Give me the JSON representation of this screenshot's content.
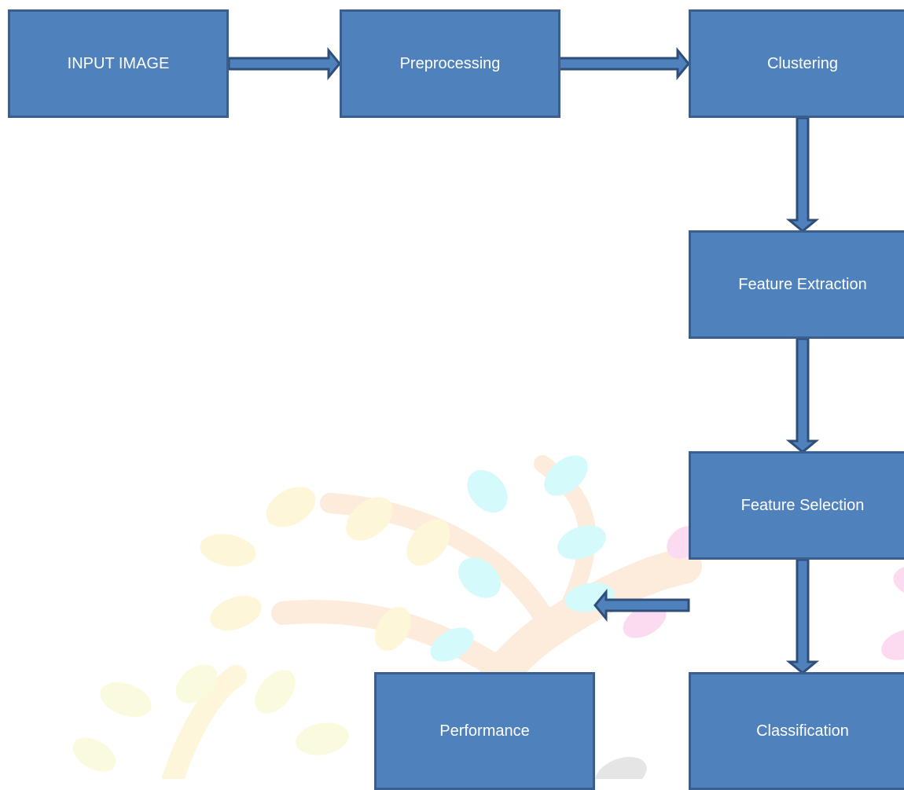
{
  "diagram": {
    "nodes": {
      "input_image": "INPUT IMAGE",
      "preprocessing": "Preprocessing",
      "clustering": "Clustering",
      "feature_extraction": "Feature Extraction",
      "feature_selection": "Feature Selection",
      "classification": "Classification",
      "performance": "Performance"
    },
    "edges": [
      {
        "from": "input_image",
        "to": "preprocessing"
      },
      {
        "from": "preprocessing",
        "to": "clustering"
      },
      {
        "from": "clustering",
        "to": "feature_extraction"
      },
      {
        "from": "feature_extraction",
        "to": "feature_selection"
      },
      {
        "from": "feature_selection",
        "to": "classification"
      },
      {
        "from": "classification",
        "to": "performance"
      }
    ]
  },
  "colors": {
    "box_fill": "#4f81bd",
    "box_border": "#3a5f8f",
    "arrow_fill": "#4f81bd",
    "arrow_border": "#2f4f7a"
  },
  "watermark": {
    "description_icon": "tree-logo-icon"
  }
}
